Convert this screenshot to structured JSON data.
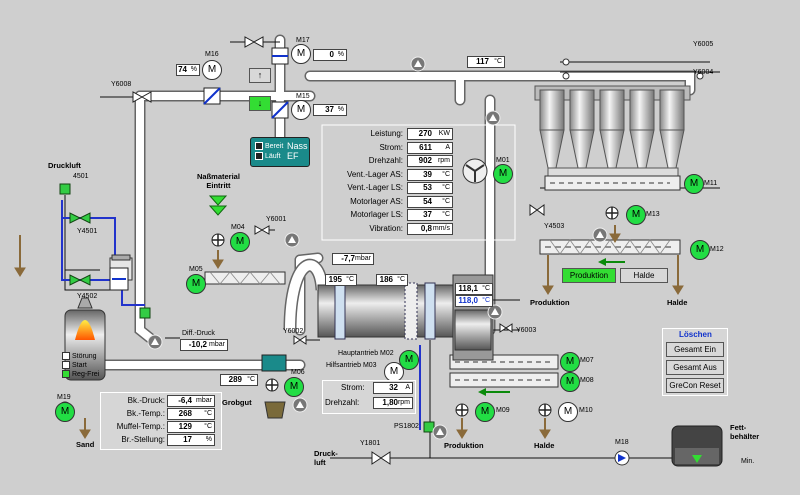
{
  "top": {
    "m16_label": "M16",
    "m16_pct": "74",
    "m17_label": "M17",
    "m17_pct": "0",
    "m15_label": "M15",
    "m15_pct": "37",
    "duct_temp": "117",
    "y6005": "Y6005",
    "y6004": "Y6004",
    "y6008": "Y6008",
    "pct_unit": "%",
    "deg_unit": "°C",
    "nass_bereit": "Bereit",
    "nass_lauf": "Läuft",
    "nass_title": "Nass\nEF"
  },
  "left": {
    "druckluft": "Druckluft",
    "v4501": "4501",
    "y4501": "Y4501",
    "y4502": "Y4502",
    "nass_material": "Naßmaterial\nEintritt",
    "m04": "M04",
    "m05": "M05",
    "y6001": "Y6001",
    "diff_druck_label": "Diff.-Druck",
    "diff_druck_value": "-10,2",
    "diff_druck_unit": "mbar",
    "status_stoerung": "Störung",
    "status_start": "Start",
    "status_reg_frei": "Reg-Frei",
    "m19": "M19",
    "sand": "Sand",
    "grobgut": "Grobgut",
    "m06": "M06",
    "temp_289": "289"
  },
  "fan_table": {
    "rows": [
      {
        "label": "Leistung:",
        "value": "270",
        "unit": "KW"
      },
      {
        "label": "Strom:",
        "value": "611",
        "unit": "A"
      },
      {
        "label": "Drehzahl:",
        "value": "902",
        "unit": "rpm"
      },
      {
        "label": "Vent.-Lager AS:",
        "value": "39",
        "unit": "°C"
      },
      {
        "label": "Vent.-Lager LS:",
        "value": "53",
        "unit": "°C"
      },
      {
        "label": "Motorlager AS:",
        "value": "54",
        "unit": "°C"
      },
      {
        "label": "Motorlager LS:",
        "value": "37",
        "unit": "°C"
      },
      {
        "label": "Vibration:",
        "value": "0,8",
        "unit": "mm/s"
      }
    ],
    "m01": "M01"
  },
  "drum": {
    "pressure_label": "-7,7",
    "pressure_unit": "mbar",
    "temp_in": "195",
    "temp_mid": "186",
    "temp_out1": "118,1",
    "temp_out2": "118,0",
    "y6002": "Y6002",
    "y6003": "Y6003",
    "hauptantrieb": "Hauptantrieb M02",
    "hilfsantrieb": "Hilfsantrieb M03",
    "strom_label": "Strom:",
    "strom_value": "32",
    "strom_unit": "A",
    "drehzahl_label": "Drehzahl:",
    "drehzahl_value": "1,80",
    "drehzahl_unit": "rpm"
  },
  "right": {
    "m11": "M11",
    "m13": "M13",
    "y4503": "Y4503",
    "m12": "M12",
    "btn_produktion": "Produktion",
    "btn_halde": "Halde",
    "produktion": "Produktion",
    "halde": "Halde",
    "m07": "M07",
    "m08": "M08",
    "m09": "M09",
    "m10": "M10",
    "produktion2": "Produktion",
    "halde2": "Halde",
    "loeschen": "Löschen",
    "gesamt_ein": "Gesamt Ein",
    "gesamt_aus": "Gesamt Aus",
    "grecon_reset": "GreCon Reset",
    "ps1802": "PS1802",
    "y1801": "Y1801",
    "druckluft2": "Druck-\nluft",
    "m18": "M18",
    "fettbehaelter": "Fett-\nbehälter",
    "min": "Min."
  },
  "burner_table": {
    "rows": [
      {
        "label": "Bk.-Druck:",
        "value": "-6,4",
        "unit": "mbar"
      },
      {
        "label": "Bk.-Temp.:",
        "value": "268",
        "unit": "°C"
      },
      {
        "label": "Muffel-Temp.:",
        "value": "129",
        "unit": "°C"
      },
      {
        "label": "Br.-Stellung:",
        "value": "17",
        "unit": "%"
      }
    ]
  },
  "colors": {
    "pipe": "#ffffff",
    "motor": "#22dd44",
    "button_green": "#33dd33",
    "teal": "#1a8a8a"
  }
}
